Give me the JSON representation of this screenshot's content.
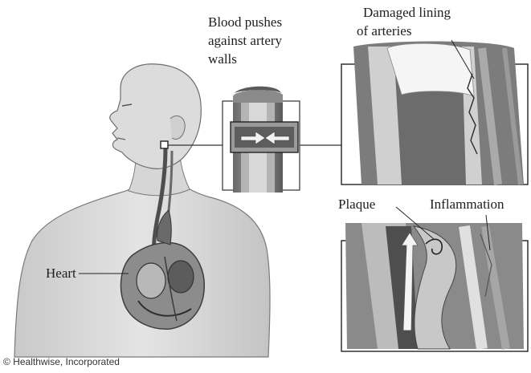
{
  "labels": {
    "blood_pushes": [
      "Blood pushes",
      "against artery",
      "walls"
    ],
    "damaged_lining": [
      "Damaged lining",
      "of arteries"
    ],
    "plaque": "Plaque",
    "inflammation": "Inflammation",
    "heart": "Heart"
  },
  "copyright": "© Healthwise, Incorporated"
}
